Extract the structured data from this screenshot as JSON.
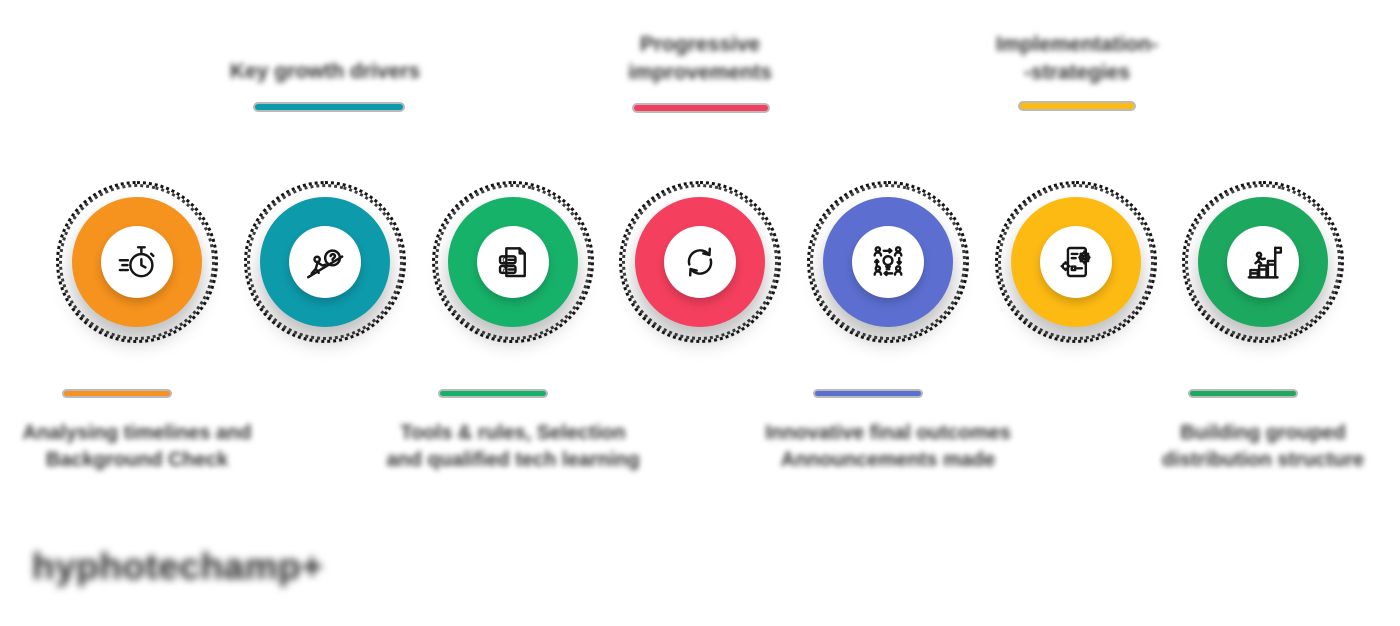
{
  "brand": {
    "logo_text": "hyphotechamp+"
  },
  "steps": [
    {
      "step": 1,
      "label_position": "below",
      "color": "#F6921E",
      "icon": "stopwatch",
      "caption": {
        "line1": "Analysing timelines and",
        "line2": "Background Check"
      }
    },
    {
      "step": 2,
      "label_position": "above",
      "color": "#0D9AAB",
      "icon": "uphill-challenge",
      "title": {
        "line1": "Key growth drivers",
        "line2": ""
      }
    },
    {
      "step": 3,
      "label_position": "below",
      "color": "#17B26A",
      "icon": "qa-document",
      "caption": {
        "line1": "Tools & rules, Selection",
        "line2": "and qualified tech learning"
      }
    },
    {
      "step": 4,
      "label_position": "above",
      "color": "#F43F5E",
      "icon": "sync-arrows",
      "title": {
        "line1": "Progressive",
        "line2": "improvements"
      }
    },
    {
      "step": 5,
      "label_position": "below",
      "color": "#5C6FD0",
      "icon": "team-brainstorm",
      "caption": {
        "line1": "Innovative final outcomes",
        "line2": "Announcements made"
      }
    },
    {
      "step": 6,
      "label_position": "above",
      "color": "#FDBA12",
      "icon": "process-gear-document",
      "title": {
        "line1": "Implementation-",
        "line2": "-strategies"
      }
    },
    {
      "step": 7,
      "label_position": "below",
      "color": "#1CA95F",
      "icon": "achievement-stairs",
      "caption": {
        "line1": "Building grouped",
        "line2": "distribution structure"
      }
    }
  ]
}
